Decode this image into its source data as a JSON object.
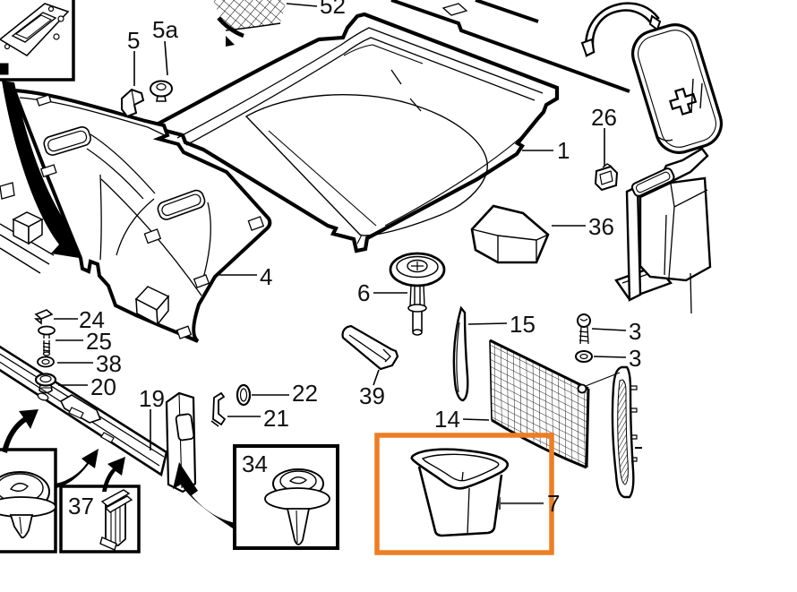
{
  "diagram": {
    "type": "exploded-parts-diagram",
    "background": "#ffffff",
    "line_color": "#000000",
    "highlight": {
      "color": "#ee7d23",
      "part_label": "7"
    },
    "parts": {
      "cargo_net_upper": "52",
      "clip_5": "5",
      "rivet_5a": "5a",
      "trunk_mat": "1",
      "clip_26": "26",
      "block_36": "36",
      "trim_panel": "4",
      "plug_6": "6",
      "cap_24": "24",
      "screw_25": "25",
      "washer_38": "38",
      "grommet_20": "20",
      "sill_trim": "19",
      "grommet_22": "22",
      "clip_21": "21",
      "handle_39": "39",
      "blade_15": "15",
      "cargo_net_side": "14",
      "inset_34": "34",
      "inset_37": "37",
      "screw_3": "3",
      "washer_3": "3",
      "bin_7": "7"
    }
  }
}
